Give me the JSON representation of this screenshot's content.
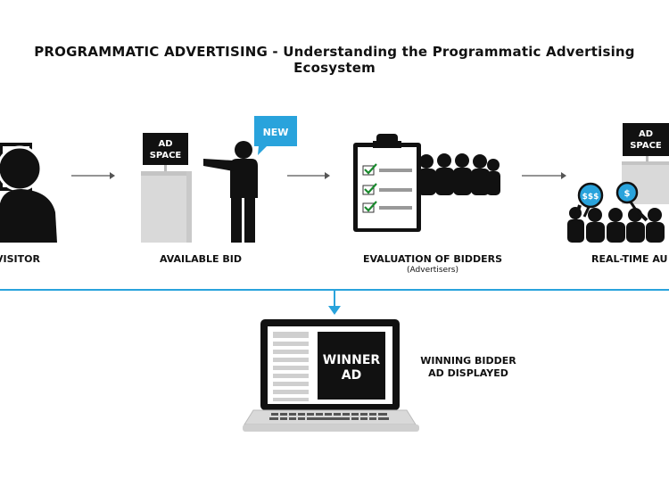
{
  "title": "PROGRAMMATIC ADVERTISING - Understanding the Programmatic Advertising Ecosystem",
  "stages": [
    {
      "label": "VISITOR"
    },
    {
      "label": "AVAILABLE BID",
      "sign": "AD\nSPACE",
      "badge": "NEW"
    },
    {
      "label": "EVALUATION OF  BIDDERS",
      "sublabel": "(Advertisers)"
    },
    {
      "label": "REAL-TIME AU",
      "sign": "AD\nSPACE",
      "bid_signs": [
        "$$$",
        "$"
      ]
    }
  ],
  "result": {
    "screen_text": "WINNER\nAD",
    "caption_line1": "WINNING BIDDER",
    "caption_line2": "AD DISPLAYED"
  },
  "colors": {
    "accent": "#29a3dc",
    "figure": "#111111",
    "podium": "#d9d9d9",
    "arrow": "#555555"
  }
}
